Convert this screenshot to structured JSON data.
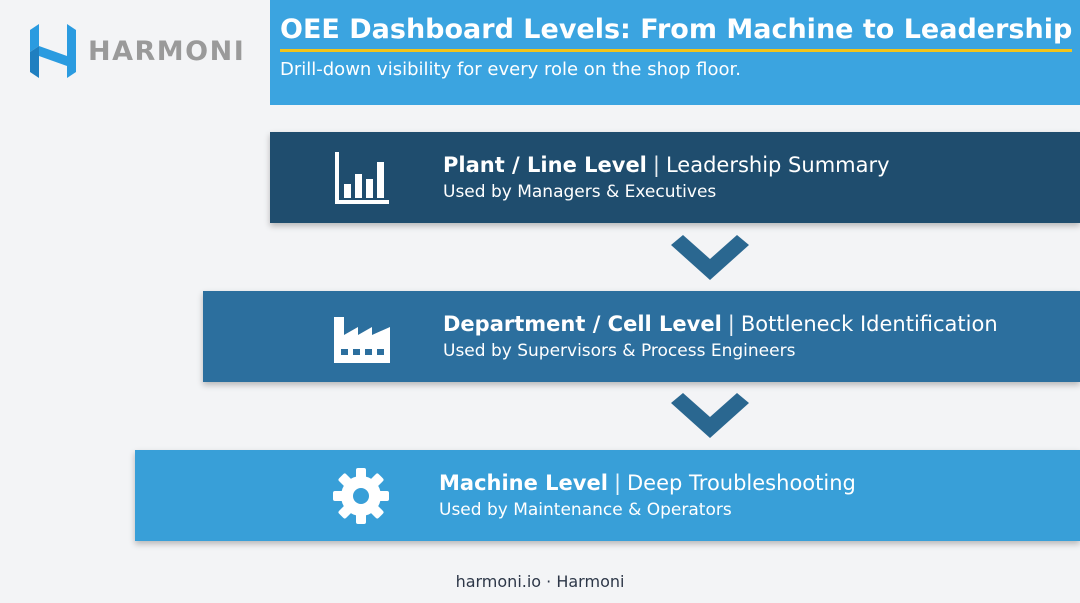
{
  "logo": {
    "text": "HARMONI",
    "icon": "harmoni-h-logo"
  },
  "header": {
    "title": "OEE Dashboard Levels: From Machine to Leadership",
    "subtitle": "Drill-down visibility for every role on the shop floor."
  },
  "levels": [
    {
      "name": "Plant / Line Level",
      "separator": "|",
      "purpose": "Leadership Summary",
      "users": "Used by Managers & Executives",
      "icon": "bar-chart-icon"
    },
    {
      "name": "Department / Cell Level",
      "separator": "|",
      "purpose": "Bottleneck Identification",
      "users": "Used by Supervisors & Process Engineers",
      "icon": "factory-icon"
    },
    {
      "name": "Machine Level",
      "separator": "|",
      "purpose": "Deep Troubleshooting",
      "users": "Used by Maintenance & Operators",
      "icon": "gear-icon"
    }
  ],
  "footer": {
    "text": "harmoni.io · Harmoni"
  },
  "colors": {
    "header_bg": "#3ba4e0",
    "title_underline": "#f2c41a",
    "level_1_bg": "#1f4d6e",
    "level_2_bg": "#2c6f9e",
    "level_3_bg": "#389fd8",
    "chevron": "#2a6790",
    "logo_blue": "#2a9be0",
    "logo_text": "#9a9a9a"
  }
}
